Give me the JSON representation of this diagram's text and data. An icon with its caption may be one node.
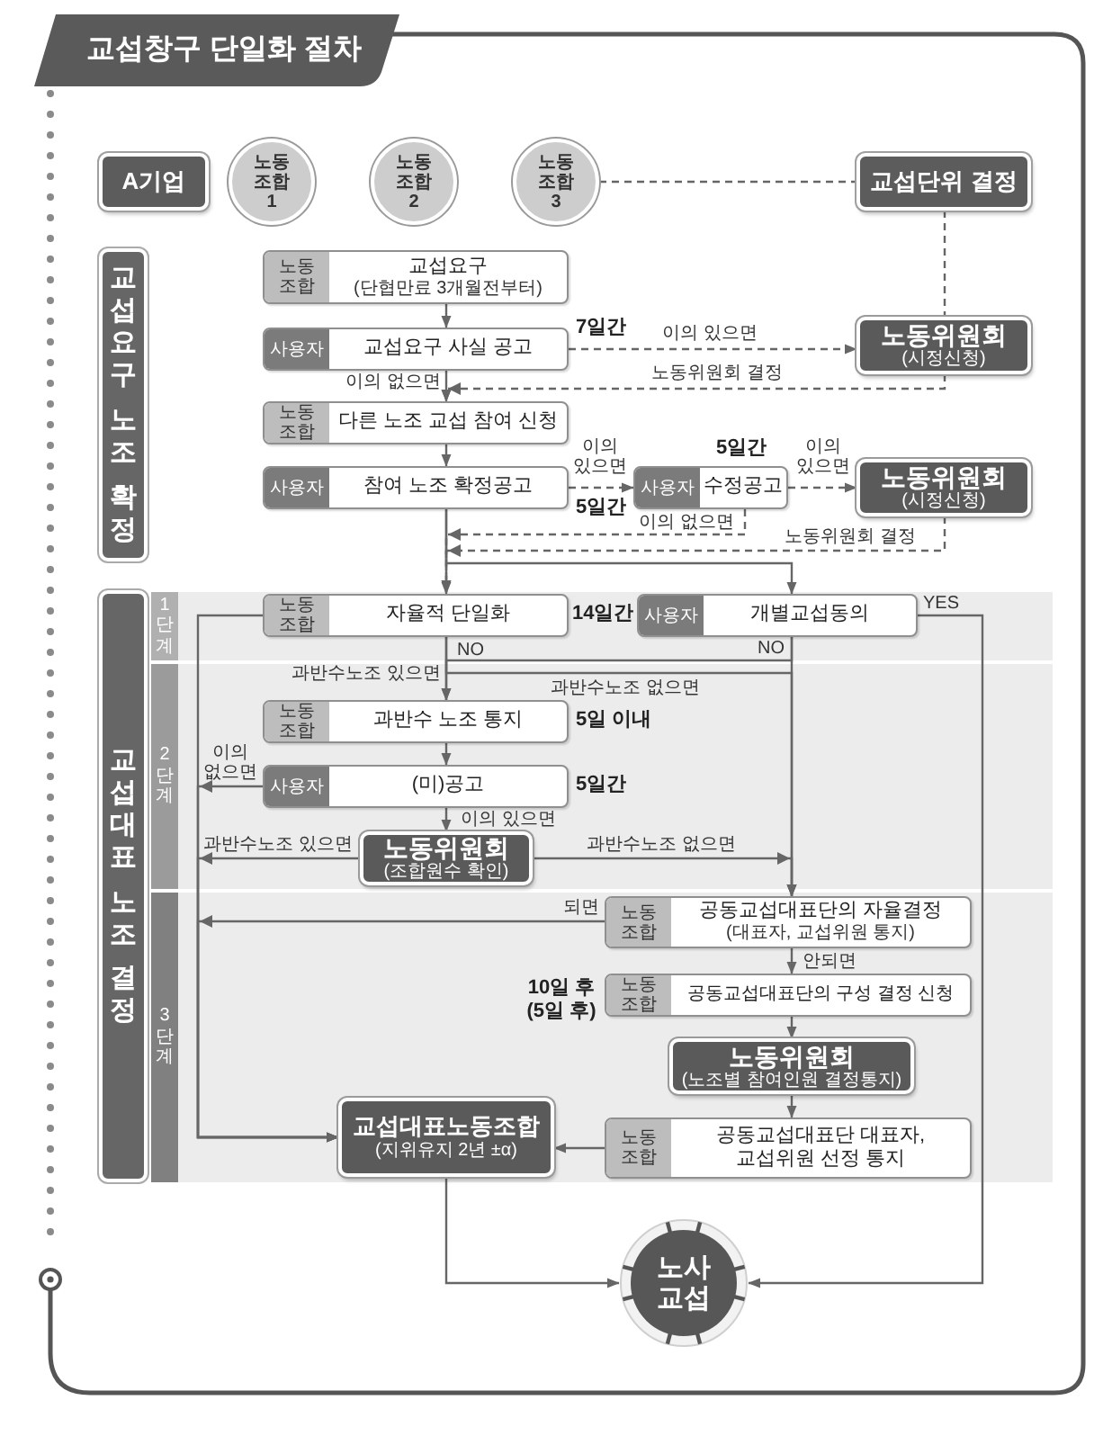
{
  "diagram": {
    "title": "교섭창구 단일화 절차",
    "nodes": [
      {
        "text": [
          "A기업"
        ]
      },
      {
        "text": [
          "노동조합 1"
        ]
      },
      {
        "text": [
          "노동조합 2"
        ]
      },
      {
        "text": [
          "노동조합 3"
        ]
      },
      {
        "text": [
          "교섭단위 결정"
        ]
      },
      {
        "text": [
          "교섭요구 노조 확정"
        ]
      },
      {
        "text": [
          "노동조합",
          "교섭요구",
          "(단협만료 3개월전부터)"
        ]
      },
      {
        "text": [
          "사용자",
          "교섭요구 사실 공고"
        ],
        "beside": [
          "7일간"
        ]
      },
      {
        "text": [
          "노동위원회",
          "(시정신청)"
        ]
      },
      {
        "text": [
          "노동조합",
          "다른 노조 교섭 참여 신청"
        ]
      },
      {
        "text": [
          "사용자",
          "참여 노조 확정공고"
        ],
        "beside": [
          "5일간"
        ]
      },
      {
        "text": [
          "사용자",
          "수정공고"
        ],
        "beside": [
          "5일간"
        ]
      },
      {
        "text": [
          "노동위원회",
          "(시정신청)"
        ]
      },
      {
        "text": [
          "교섭대표 노조 결정"
        ]
      },
      {
        "text": [
          "1단계"
        ]
      },
      {
        "text": [
          "노동조합",
          "자율적 단일화"
        ],
        "in": 14,
        "beside": [
          "14일간"
        ]
      },
      {
        "text": [
          "사용자",
          "개별교섭동의"
        ],
        "in": 14
      },
      {
        "text": [
          "2단계"
        ]
      },
      {
        "text": [
          "노동조합",
          "과반수 노조 통지"
        ],
        "in": 17,
        "beside": [
          "5일 이내"
        ]
      },
      {
        "text": [
          "사용자",
          "(미)공고"
        ],
        "in": 17,
        "beside": [
          "5일간"
        ]
      },
      {
        "text": [
          "노동위원회",
          "(조합원수 확인)"
        ],
        "in": 17
      },
      {
        "text": [
          "3단계"
        ]
      },
      {
        "text": [
          "노동조합",
          "공동교섭대표단의 자율결정",
          "(대표자, 교섭위원 통지)"
        ],
        "in": 21
      },
      {
        "text": [
          "노동조합",
          "공동교섭대표단의 구성 결정 신청"
        ],
        "in": 21,
        "beside": [
          "10일 후 (5일 후)"
        ]
      },
      {
        "text": [
          "노동위원회",
          "(노조별 참여인원 결정통지)"
        ],
        "in": 21
      },
      {
        "text": [
          "교섭대표노동조합",
          "(지위유지 2년 ±α)"
        ],
        "in": 21
      },
      {
        "text": [
          "노동조합",
          "공동교섭대표단 대표자, 교섭위원 선정 통지"
        ],
        "in": 21
      },
      {
        "text": [
          "노사 교섭"
        ]
      }
    ],
    "edges": [
      {
        "from": 3,
        "to": 4,
        "arrow": "none",
        "style": "dashed"
      },
      {
        "from": 4,
        "to": 8,
        "arrow": "none",
        "style": "dashed"
      },
      {
        "from": 6,
        "to": 7,
        "arrow": "to"
      },
      {
        "from": 7,
        "to": 8,
        "arrow": "to",
        "style": "dashed",
        "label": "이의 있으면"
      },
      {
        "from": 8,
        "to": 9,
        "arrow": "to",
        "style": "dashed",
        "label": "노동위원회 결정"
      },
      {
        "from": 7,
        "to": 9,
        "arrow": "to",
        "label": "이의 없으면"
      },
      {
        "from": 9,
        "to": 10,
        "arrow": "to"
      },
      {
        "from": 10,
        "to": 11,
        "arrow": "to",
        "style": "dashed",
        "label": "이의 있으면"
      },
      {
        "from": 11,
        "to": 12,
        "arrow": "to",
        "style": "dashed",
        "label": "이의 있으면"
      },
      {
        "from": 11,
        "to": 14,
        "arrow": "to",
        "style": "dashed",
        "label": "이의 없으면"
      },
      {
        "from": 12,
        "to": 14,
        "arrow": "to",
        "style": "dashed",
        "label": "노동위원회 결정"
      },
      {
        "from": 10,
        "to": 15,
        "arrow": "to"
      },
      {
        "from": 10,
        "to": 16,
        "arrow": "to"
      },
      {
        "from": 15,
        "to": 25,
        "arrow": "to"
      },
      {
        "from": 16,
        "to": 27,
        "arrow": "to",
        "label": "YES"
      },
      {
        "from": 15,
        "to": 18,
        "arrow": "to",
        "label": "과반수노조 있으면"
      },
      {
        "from": 16,
        "to": 18,
        "arrow": "to",
        "label": "NO"
      },
      {
        "from": 15,
        "to": 22,
        "arrow": "to",
        "label": "과반수노조 없으면"
      },
      {
        "from": 16,
        "to": 22,
        "arrow": "to"
      },
      {
        "from": 18,
        "to": 19,
        "arrow": "to"
      },
      {
        "from": 19,
        "to": 25,
        "arrow": "to",
        "label": "이의 없으면"
      },
      {
        "from": 19,
        "to": 20,
        "arrow": "to",
        "label": "이의 있으면"
      },
      {
        "from": 20,
        "to": 25,
        "arrow": "to",
        "label": "과반수노조 있으면"
      },
      {
        "from": 20,
        "to": 22,
        "arrow": "to",
        "label": "과반수노조 없으면"
      },
      {
        "from": 22,
        "to": 25,
        "arrow": "to",
        "label": "되면"
      },
      {
        "from": 22,
        "to": 23,
        "arrow": "to",
        "label": "안되면"
      },
      {
        "from": 23,
        "to": 24,
        "arrow": "to"
      },
      {
        "from": 24,
        "to": 26,
        "arrow": "to"
      },
      {
        "from": 26,
        "to": 25,
        "arrow": "to"
      },
      {
        "from": 25,
        "to": 27,
        "arrow": "to"
      }
    ],
    "labels": [
      "NO"
    ]
  }
}
